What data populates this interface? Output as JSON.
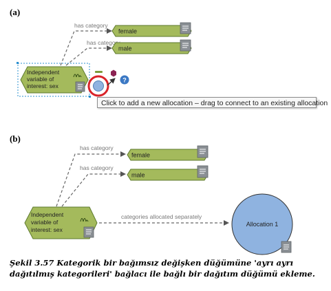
{
  "panels": {
    "a": {
      "label": "(a)",
      "edge_label_1": "has category",
      "edge_label_2": "has category",
      "category_1": "female",
      "category_2": "male",
      "node_line_1": "Independent",
      "node_line_2": "variable of",
      "node_line_3": "interest: sex",
      "tooltip": "Click to add a new allocation – drag to connect to an existing allocation"
    },
    "b": {
      "label": "(b)",
      "edge_label_1": "has category",
      "edge_label_2": "has category",
      "category_1": "female",
      "category_2": "male",
      "node_line_1": "Independent",
      "node_line_2": "variable of",
      "node_line_3": "interest: sex",
      "connector_label": "categories allocated separately",
      "allocation_label": "Allocation 1"
    }
  },
  "caption": "Şekil 3.57 Kategorik  bir bağımsız değişken düğümüne 'ayrı ayrı dağıtılmış kategorileri' bağlacı ile bağlı bir dağıtım düğümü ekleme.",
  "colors": {
    "node_fill": "#a4ba5c",
    "node_stroke": "#5d7a2e",
    "allocation_fill": "#8fb3e0",
    "highlight_ring": "#d9242a",
    "hex_node": "#8b2252",
    "help_icon": "#3b78c4"
  }
}
